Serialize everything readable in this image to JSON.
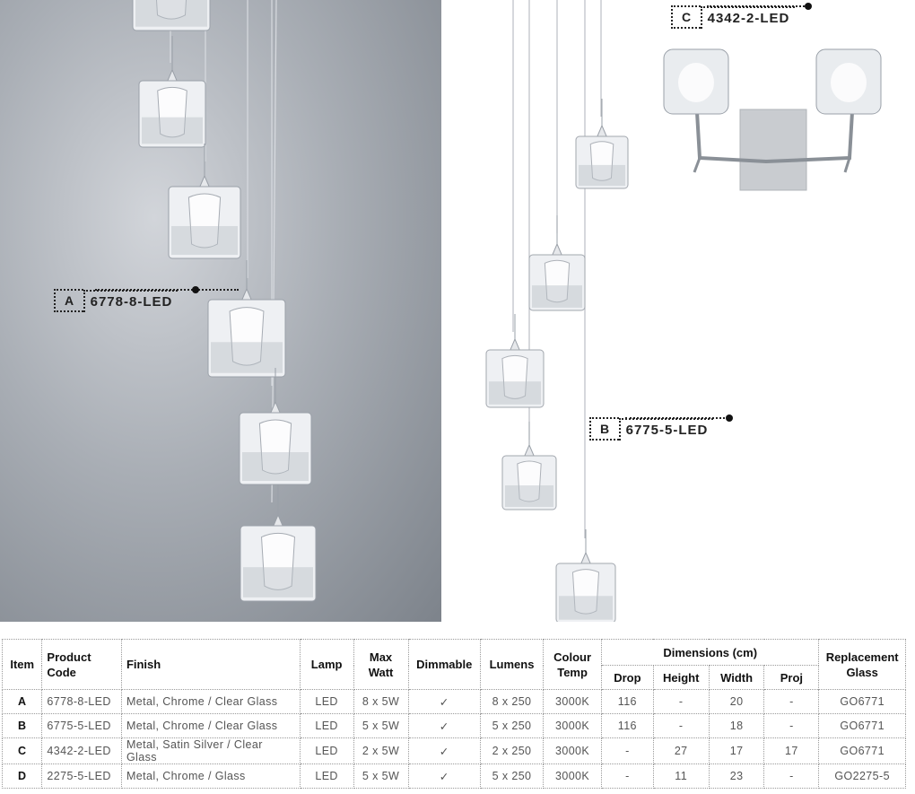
{
  "callouts": {
    "a": {
      "letter": "A",
      "code": "6778-8-LED"
    },
    "b": {
      "letter": "B",
      "code": "6775-5-LED"
    },
    "c": {
      "letter": "C",
      "code": "4342-2-LED"
    }
  },
  "table": {
    "headers": {
      "item": "Item",
      "product_code": "Product Code",
      "finish": "Finish",
      "lamp": "Lamp",
      "max_watt": "Max Watt",
      "dimmable": "Dimmable",
      "lumens": "Lumens",
      "colour_temp": "Colour Temp",
      "dimensions": "Dimensions (cm)",
      "drop": "Drop",
      "height": "Height",
      "width": "Width",
      "proj": "Proj",
      "replacement_glass": "Replacement Glass"
    },
    "rows": [
      {
        "item": "A",
        "code": "6778-8-LED",
        "finish": "Metal, Chrome / Clear Glass",
        "lamp": "LED",
        "max_watt": "8 x 5W",
        "dimmable": "✓",
        "lumens": "8 x 250",
        "temp": "3000K",
        "drop": "116",
        "height": "-",
        "width": "20",
        "proj": "-",
        "glass": "GO6771"
      },
      {
        "item": "B",
        "code": "6775-5-LED",
        "finish": "Metal, Chrome / Clear Glass",
        "lamp": "LED",
        "max_watt": "5 x 5W",
        "dimmable": "✓",
        "lumens": "5 x 250",
        "temp": "3000K",
        "drop": "116",
        "height": "-",
        "width": "18",
        "proj": "-",
        "glass": "GO6771"
      },
      {
        "item": "C",
        "code": "4342-2-LED",
        "finish": "Metal, Satin Silver / Clear Glass",
        "lamp": "LED",
        "max_watt": "2 x 5W",
        "dimmable": "✓",
        "lumens": "2 x 250",
        "temp": "3000K",
        "drop": "-",
        "height": "27",
        "width": "17",
        "proj": "17",
        "glass": "GO6771"
      },
      {
        "item": "D",
        "code": "2275-5-LED",
        "finish": "Metal, Chrome / Glass",
        "lamp": "LED",
        "max_watt": "5 x 5W",
        "dimmable": "✓",
        "lumens": "5 x 250",
        "temp": "3000K",
        "drop": "-",
        "height": "11",
        "width": "23",
        "proj": "-",
        "glass": "GO2275-5"
      }
    ]
  }
}
